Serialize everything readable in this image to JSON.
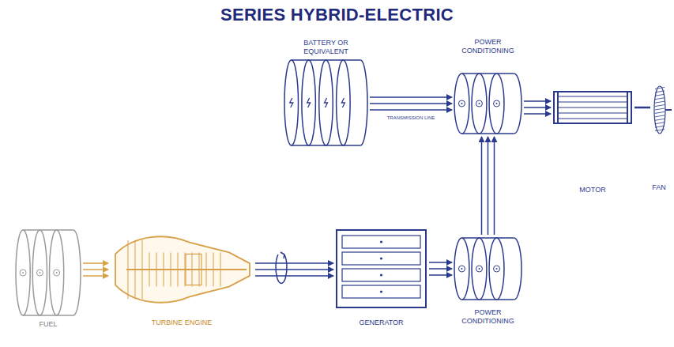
{
  "diagram": {
    "title": "SERIES HYBRID-ELECTRIC",
    "nodes": [
      {
        "text": [
          "BATTERY OR EQUIVALENT"
        ]
      },
      {
        "text": [
          "POWER CONDITIONING"
        ]
      },
      {
        "text": [
          "MOTOR"
        ]
      },
      {
        "text": [
          "FAN"
        ]
      },
      {
        "text": [
          "FUEL"
        ]
      },
      {
        "text": [
          "TURBINE ENGINE"
        ]
      },
      {
        "text": [
          "GENERATOR"
        ]
      },
      {
        "text": [
          "POWER CONDITIONING"
        ]
      }
    ],
    "edges": [
      {
        "from": 0,
        "to": 1,
        "arrow": "to",
        "label": "TRANSMISSION LINE"
      },
      {
        "from": 1,
        "to": 2,
        "arrow": "to"
      },
      {
        "from": 2,
        "to": 3,
        "arrow": "none"
      },
      {
        "from": 4,
        "to": 5,
        "arrow": "to"
      },
      {
        "from": 5,
        "to": 6,
        "arrow": "to"
      },
      {
        "from": 6,
        "to": 7,
        "arrow": "to"
      },
      {
        "from": 7,
        "to": 1,
        "arrow": "to"
      }
    ]
  }
}
